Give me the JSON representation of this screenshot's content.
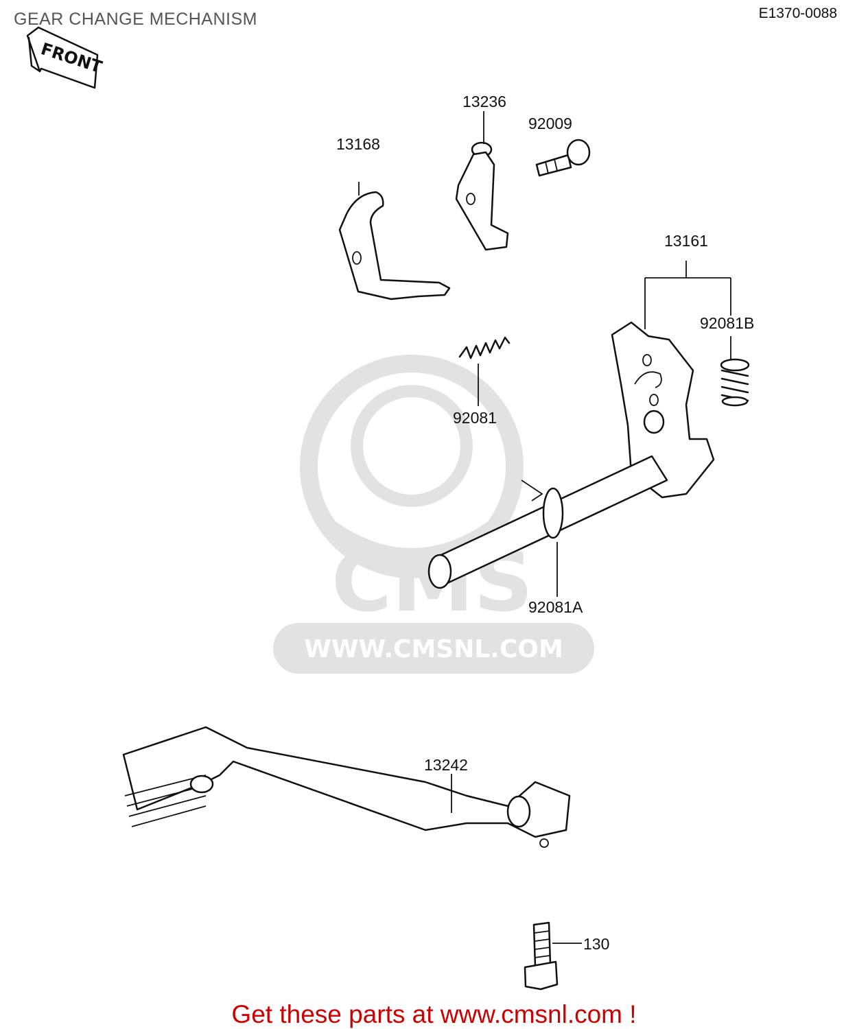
{
  "header": {
    "title": "GEAR CHANGE MECHANISM",
    "code": "E1370-0088"
  },
  "front_marker": {
    "label": "FRONT",
    "icon": "arrow-left-icon"
  },
  "parts": [
    {
      "id": "p13168",
      "number": "13168"
    },
    {
      "id": "p13236",
      "number": "13236"
    },
    {
      "id": "p92009",
      "number": "92009"
    },
    {
      "id": "p13161",
      "number": "13161"
    },
    {
      "id": "p92081B",
      "number": "92081B"
    },
    {
      "id": "p92081",
      "number": "92081"
    },
    {
      "id": "p92081A",
      "number": "92081A"
    },
    {
      "id": "p13242",
      "number": "13242"
    },
    {
      "id": "p130",
      "number": "130"
    }
  ],
  "watermark": {
    "brand": "CMS",
    "url": "WWW.CMSNL.COM"
  },
  "footer": {
    "text": "Get these parts at www.cmsnl.com !"
  },
  "colors": {
    "footer": "#cc0000",
    "watermark": "#e2e2e2",
    "line": "#111111"
  }
}
